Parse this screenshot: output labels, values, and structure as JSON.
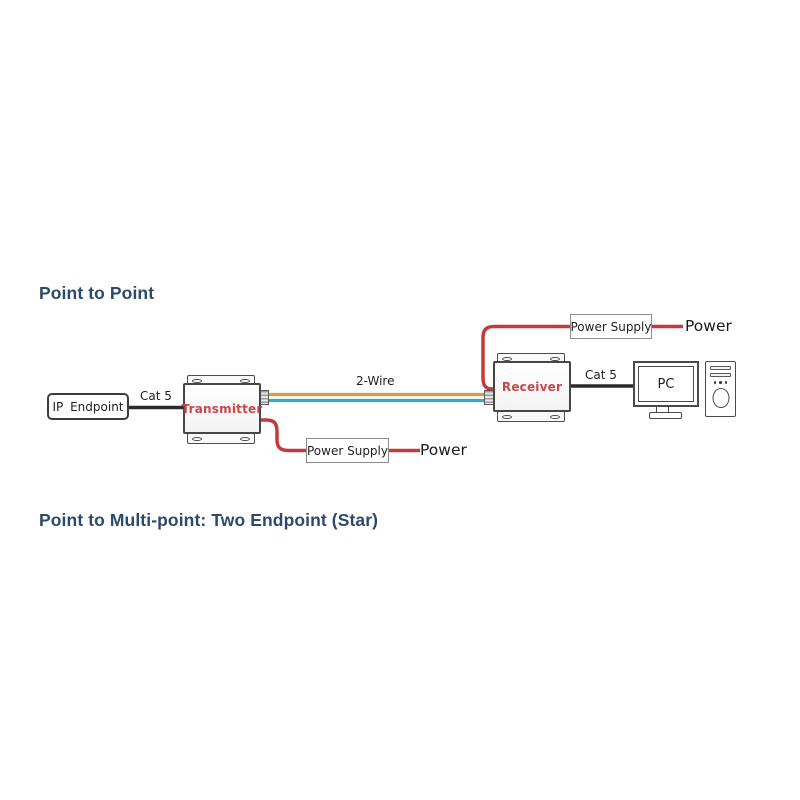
{
  "headings": {
    "point_to_point": "Point to Point",
    "point_to_multipoint": "Point to Multi-point: Two Endpoint (Star)"
  },
  "colors": {
    "heading_blue": "#2b4a6e",
    "device_red": "#c94747",
    "wire_red": "#c23a3e",
    "wire_orange": "#d99c45",
    "wire_blue": "#3fa3c9",
    "cat5_black": "#2b2b2b"
  },
  "diagram": {
    "ip_endpoint_label": "IP Endpoint",
    "cat5_left_label": "Cat 5",
    "transmitter_label": "Transmitter",
    "two_wire_label": "2-Wire",
    "receiver_label": "Receiver",
    "cat5_right_label": "Cat 5",
    "pc_label": "PC",
    "power_supply_top_label": "Power Supply",
    "power_top_label": "Power",
    "power_supply_bottom_label": "Power Supply",
    "power_bottom_label": "Power"
  }
}
